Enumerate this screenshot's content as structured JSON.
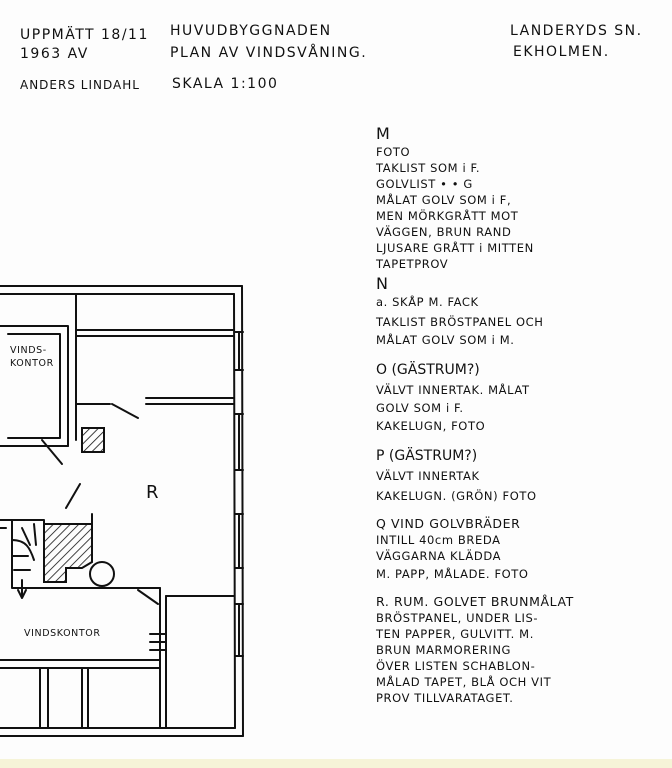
{
  "header": {
    "measured_line1": "UPPMÄTT 18/11",
    "measured_line2": "1963 AV",
    "measured_line3": "ANDERS LINDAHL",
    "building": "HUVUDBYGGNADEN",
    "plan": "PLAN AV VINDSVÅNING.",
    "scale": "SKALA 1:100",
    "parish": "LANDERYDS SN.",
    "farm": "EKHOLMEN."
  },
  "notes": {
    "m_heading": "M",
    "m_lines": [
      "FOTO",
      "TAKLIST SOM i F.",
      "GOLVLIST • • G",
      "MÅLAT GOLV SOM i F,",
      "MEN MÖRKGRÅTT MOT",
      "VÄGGEN, BRUN RAND",
      "LJUSARE GRÅTT i MITTEN",
      "TAPETPROV"
    ],
    "n_heading": "N",
    "n_lines": [
      "a. SKÅP M. FACK",
      "TAKLIST BRÖSTPANEL OCH",
      "MÅLAT GOLV SOM i M."
    ],
    "o_heading": "O (GÄSTRUM?)",
    "o_lines": [
      "VÄLVT INNERTAK. MÅLAT",
      "GOLV SOM i F.",
      "KAKELUGN, FOTO"
    ],
    "p_heading": "P (GÄSTRUM?)",
    "p_lines": [
      "VÄLVT INNERTAK",
      "KAKELUGN. (GRÖN) FOTO"
    ],
    "q_heading": "Q VIND GOLVBRÄDER",
    "q_lines": [
      "INTILL 40cm BREDA",
      "VÄGGARNA KLÄDDA",
      "M. PAPP, MÅLADE. FOTO"
    ],
    "r_heading": "R. RUM. GOLVET BRUNMÅLAT",
    "r_lines": [
      "BRÖSTPANEL, UNDER LIS-",
      "TEN PAPPER, GULVITT. M.",
      "BRUN MARMORERING",
      "ÖVER LISTEN SCHABLON-",
      "MÅLAD TAPET, BLÅ OCH VIT",
      "PROV TILLVARATAGET."
    ]
  },
  "plan_labels": {
    "vindskontor_top": "VINDS-\nKONTOR",
    "room_r": "R",
    "vindskontor_bottom": "VINDSKONTOR"
  }
}
